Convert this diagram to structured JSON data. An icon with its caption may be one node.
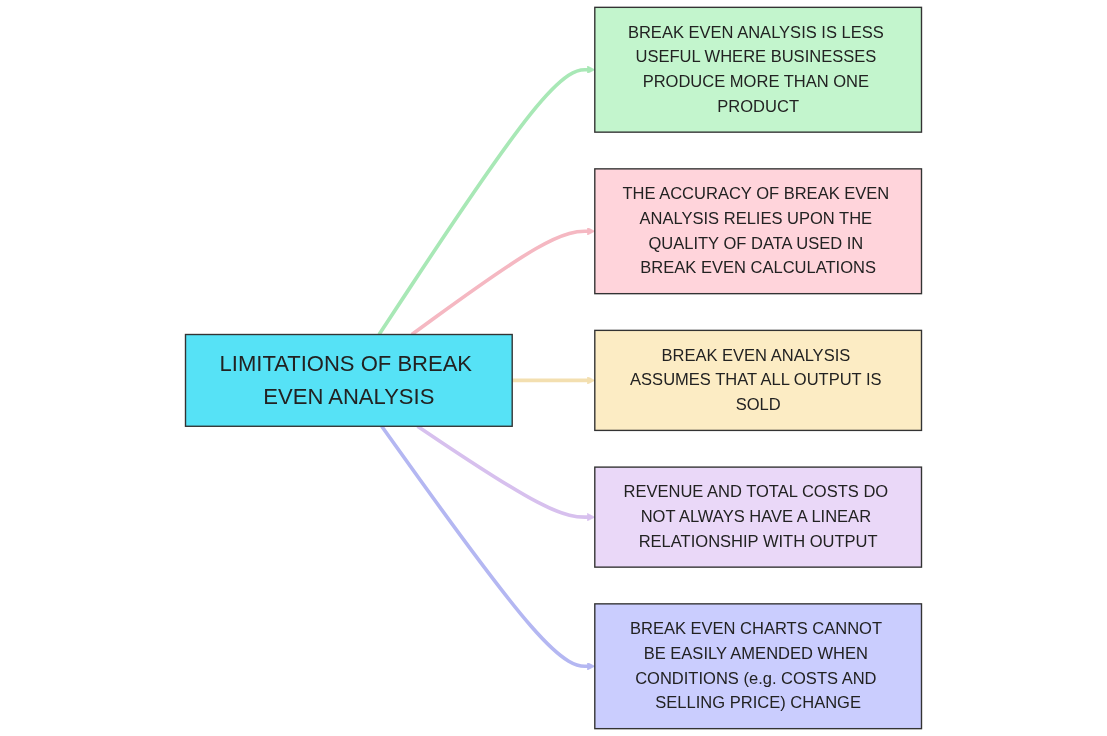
{
  "diagram": {
    "nodes": [
      {
        "text": [
          "LIMITATIONS OF BREAK EVEN ANALYSIS"
        ]
      },
      {
        "text": [
          "BREAK EVEN ANALYSIS IS LESS USEFUL WHERE BUSINESSES PRODUCE MORE THAN ONE PRODUCT"
        ]
      },
      {
        "text": [
          "THE ACCURACY OF BREAK EVEN ANALYSIS RELIES UPON THE QUALITY OF DATA USED IN BREAK EVEN CALCULATIONS"
        ]
      },
      {
        "text": [
          "BREAK EVEN ANALYSIS ASSUMES THAT ALL OUTPUT IS SOLD"
        ]
      },
      {
        "text": [
          "REVENUE AND TOTAL COSTS DO NOT ALWAYS HAVE A LINEAR RELATIONSHIP WITH OUTPUT"
        ]
      },
      {
        "text": [
          "BREAK EVEN CHARTS CANNOT BE EASILY AMENDED WHEN CONDITIONS (e.g. COSTS AND SELLING PRICE) CHANGE"
        ]
      }
    ],
    "edges": [
      {
        "from": 0,
        "to": 1,
        "arrow": "to",
        "color": "#a8e8b6"
      },
      {
        "from": 0,
        "to": 2,
        "arrow": "to",
        "color": "#f5b8c2"
      },
      {
        "from": 0,
        "to": 3,
        "arrow": "to",
        "color": "#f3dfb0"
      },
      {
        "from": 0,
        "to": 4,
        "arrow": "to",
        "color": "#d7c0ee"
      },
      {
        "from": 0,
        "to": 5,
        "arrow": "to",
        "color": "#b4b7f2"
      }
    ]
  }
}
